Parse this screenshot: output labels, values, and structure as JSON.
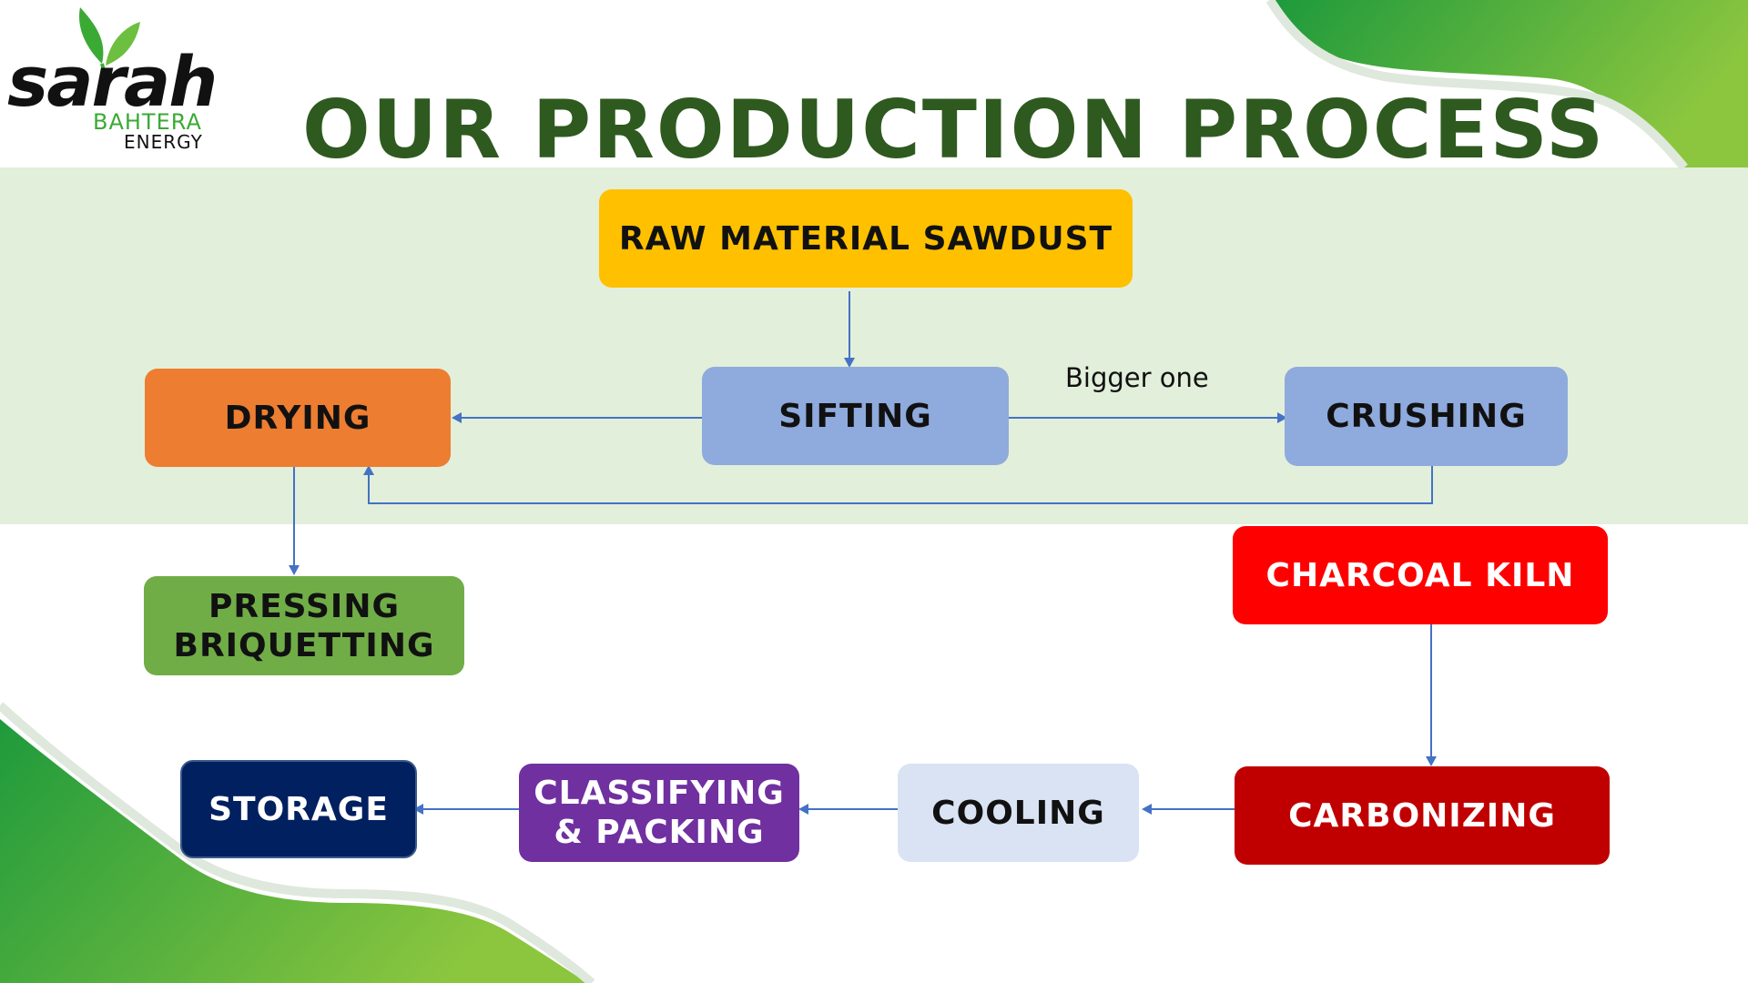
{
  "logo": {
    "brand": "sarah",
    "line1": "BAHTERA",
    "line2": "ENERGY"
  },
  "title": "OUR PRODUCTION PROCESS",
  "diagram": {
    "nodes": {
      "raw": "RAW MATERIAL SAWDUST",
      "sifting": "SIFTING",
      "drying": "DRYING",
      "crushing": "CRUSHING",
      "pressing": "PRESSING\nBRIQUETTING",
      "kiln": "CHARCOAL KILN",
      "carbonizing": "CARBONIZING",
      "cooling": "COOLING",
      "classifying": "CLASSIFYING\n& PACKING",
      "storage": "STORAGE"
    },
    "edge_labels": {
      "sifting_to_crushing": "Bigger one"
    }
  },
  "colors": {
    "title": "#2e5a1f",
    "band": "#e2efda",
    "raw": "#ffc000",
    "drying": "#ed7d31",
    "sifting": "#8faadc",
    "crushing": "#8faadc",
    "pressing": "#70ad47",
    "kiln": "#ff0000",
    "carbonizing": "#c00000",
    "cooling": "#dae3f3",
    "classifying": "#7030a0",
    "storage": "#002060",
    "arrow": "#4472c4",
    "accent_green": "#3aaa35"
  }
}
